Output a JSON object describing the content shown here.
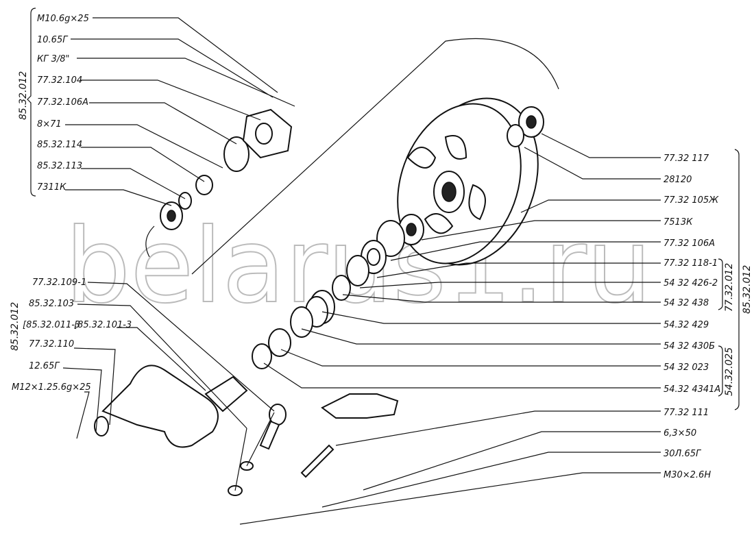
{
  "watermark": "belarus1.ru",
  "left_top": {
    "group": "85.32.012",
    "labels": [
      "M10.6g×25",
      "10.65Г",
      "КГ 3/8\"",
      "77.32.104",
      "77.32.106А",
      "8×71",
      "85.32.114",
      "85.32.113",
      "7311К"
    ]
  },
  "left_bottom": {
    "group": "85.32.012",
    "labels": [
      "77.32.109-1",
      "85.32.103",
      "[85.32.011-3",
      "[85.32.101-3",
      "77.32.110",
      "12.65Г",
      "M12×1.25.6g×25"
    ]
  },
  "right": {
    "labels": [
      "77.32 117",
      "28120",
      "77.32 105Ж",
      "7513К",
      "77.32 106А",
      "77.32 118-1",
      "54 32 426-2",
      "54 32 438",
      "54.32 429",
      "54 32 430Б",
      "54 32 023",
      "54.32 4341А",
      "77.32 111",
      "6,3×50",
      "30Л.65Г",
      "М30×2.6Н"
    ],
    "group_inner": "77.32.012",
    "group_outer": "85.32.012",
    "group_lower": "54.32.025"
  }
}
